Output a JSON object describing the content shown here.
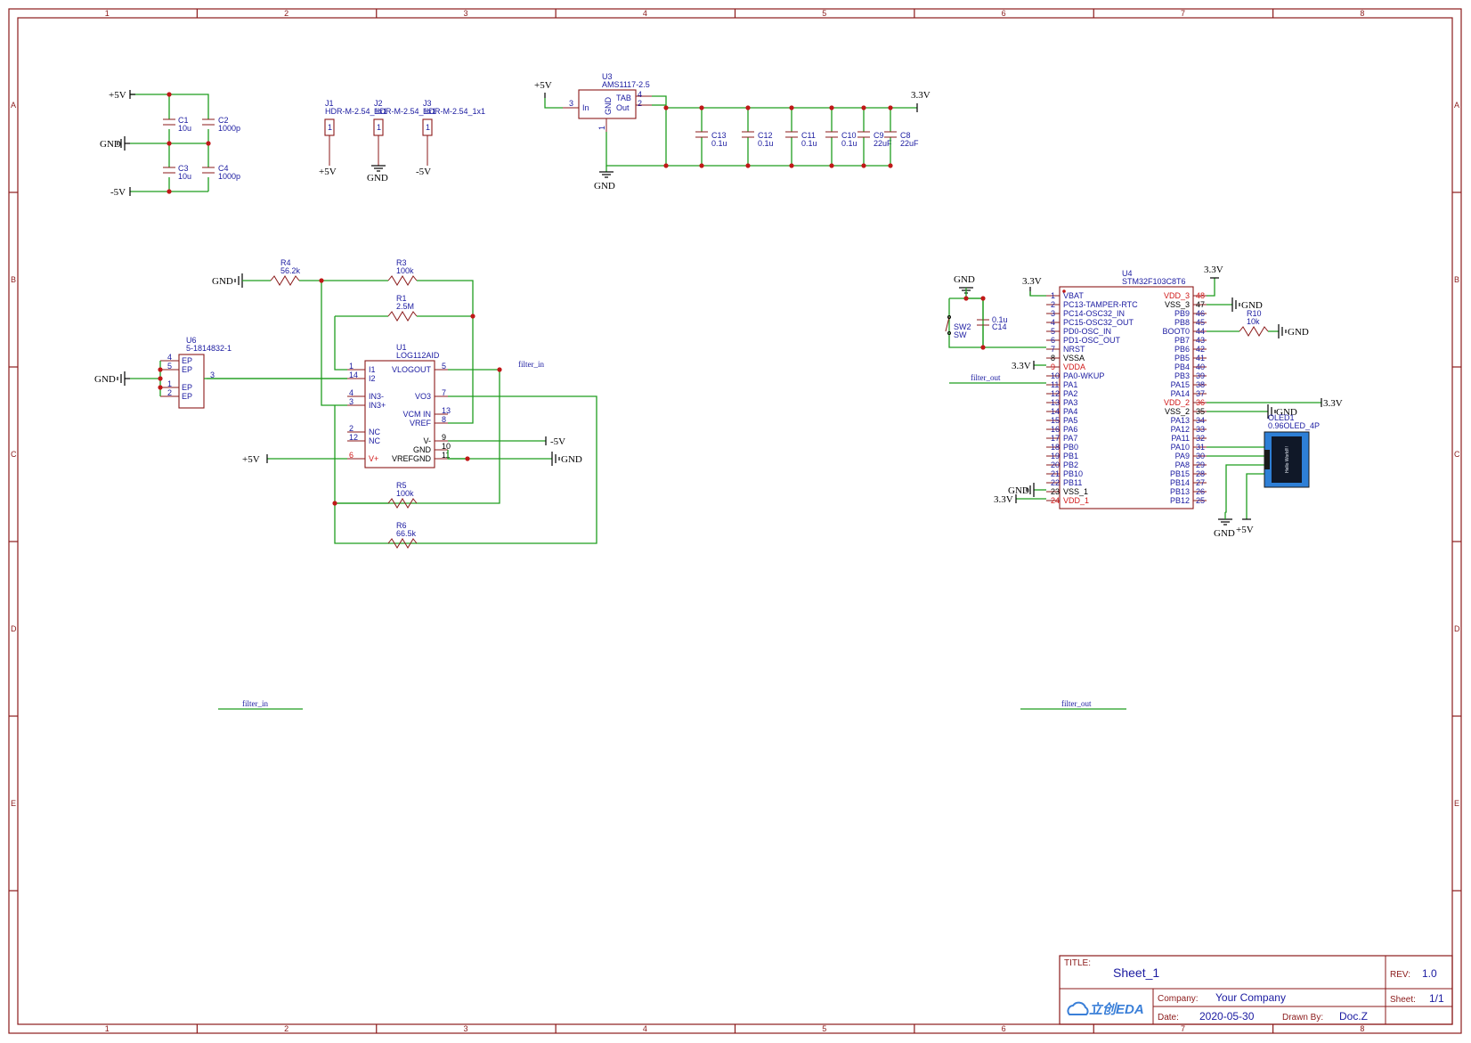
{
  "frame": {
    "columns": [
      "1",
      "2",
      "3",
      "4",
      "5",
      "6",
      "7",
      "8"
    ],
    "rows": [
      "A",
      "B",
      "C",
      "D",
      "E"
    ]
  },
  "title_block": {
    "title_label": "TITLE:",
    "title": "Sheet_1",
    "rev_label": "REV:",
    "rev": "1.0",
    "company_label": "Company:",
    "company": "Your Company",
    "sheet_label": "Sheet:",
    "sheet": "1/1",
    "date_label": "Date:",
    "date": "2020-05-30",
    "drawn_label": "Drawn By:",
    "drawn": "Doc.Z",
    "logo": "立创EDA"
  },
  "nets": {
    "p5v": "+5V",
    "m5v": "-5V",
    "gnd": "GND",
    "v33": "3.3V",
    "filter_in": "filter_in",
    "filter_out": "filter_out"
  },
  "decoupling": {
    "c1": {
      "ref": "C1",
      "val": "10u"
    },
    "c2": {
      "ref": "C2",
      "val": "1000p"
    },
    "c3": {
      "ref": "C3",
      "val": "10u"
    },
    "c4": {
      "ref": "C4",
      "val": "1000p"
    }
  },
  "headers": {
    "j1": {
      "ref": "J1",
      "val": "HDR-M-2.54_1x1",
      "pin": "1"
    },
    "j2": {
      "ref": "J2",
      "val": "HDR-M-2.54_1x1",
      "pin": "1"
    },
    "j3": {
      "ref": "J3",
      "val": "HDR-M-2.54_1x1",
      "pin": "1"
    }
  },
  "regulator": {
    "ref": "U3",
    "val": "AMS1117-2.5",
    "pin_in": "In",
    "pin_gnd": "GND",
    "pin_tab": "TAB",
    "pin_out": "Out",
    "n3": "3",
    "n4": "4",
    "n2": "2",
    "n1": "1",
    "caps": [
      {
        "ref": "C13",
        "val": "0.1u"
      },
      {
        "ref": "C12",
        "val": "0.1u"
      },
      {
        "ref": "C11",
        "val": "0.1u"
      },
      {
        "ref": "C10",
        "val": "0.1u"
      },
      {
        "ref": "C9",
        "val": "22uF"
      },
      {
        "ref": "C8",
        "val": "22uF"
      }
    ]
  },
  "log_amp": {
    "ref": "U1",
    "val": "LOG112AID",
    "r4": {
      "ref": "R4",
      "val": "56.2k"
    },
    "r3": {
      "ref": "R3",
      "val": "100k"
    },
    "r1": {
      "ref": "R1",
      "val": "2.5M"
    },
    "r5": {
      "ref": "R5",
      "val": "100k"
    },
    "r6": {
      "ref": "R6",
      "val": "66.5k"
    },
    "left_pins": [
      {
        "num": "1",
        "name": "I1"
      },
      {
        "num": "14",
        "name": "I2"
      },
      {
        "num": "4",
        "name": "IN3-"
      },
      {
        "num": "3",
        "name": "IN3+"
      },
      {
        "num": "2",
        "name": "NC"
      },
      {
        "num": "12",
        "name": "NC"
      },
      {
        "num": "6",
        "name": "V+"
      }
    ],
    "right_pins": [
      {
        "num": "5",
        "name": "VLOGOUT"
      },
      {
        "num": "7",
        "name": "VO3"
      },
      {
        "num": "13",
        "name": "VCM IN"
      },
      {
        "num": "8",
        "name": "VREF"
      },
      {
        "num": "9",
        "name": "V-"
      },
      {
        "num": "10",
        "name": "GND"
      },
      {
        "num": "11",
        "name": "VREFGND"
      }
    ]
  },
  "sma": {
    "ref": "U6",
    "val": "5-1814832-1",
    "pins": [
      {
        "num": "4",
        "name": "EP"
      },
      {
        "num": "5",
        "name": "EP"
      },
      {
        "num": "1",
        "name": "EP"
      },
      {
        "num": "2",
        "name": "EP"
      }
    ],
    "sig": "3"
  },
  "mcu": {
    "ref": "U4",
    "val": "STM32F103C8T6",
    "left_pins": [
      {
        "num": "1",
        "name": "VBAT"
      },
      {
        "num": "2",
        "name": "PC13-TAMPER-RTC"
      },
      {
        "num": "3",
        "name": "PC14-OSC32_IN"
      },
      {
        "num": "4",
        "name": "PC15-OSC32_OUT"
      },
      {
        "num": "5",
        "name": "PD0-OSC_IN"
      },
      {
        "num": "6",
        "name": "PD1-OSC_OUT"
      },
      {
        "num": "7",
        "name": "NRST"
      },
      {
        "num": "8",
        "name": "VSSA"
      },
      {
        "num": "9",
        "name": "VDDA"
      },
      {
        "num": "10",
        "name": "PA0-WKUP"
      },
      {
        "num": "11",
        "name": "PA1"
      },
      {
        "num": "12",
        "name": "PA2"
      },
      {
        "num": "13",
        "name": "PA3"
      },
      {
        "num": "14",
        "name": "PA4"
      },
      {
        "num": "15",
        "name": "PA5"
      },
      {
        "num": "16",
        "name": "PA6"
      },
      {
        "num": "17",
        "name": "PA7"
      },
      {
        "num": "18",
        "name": "PB0"
      },
      {
        "num": "19",
        "name": "PB1"
      },
      {
        "num": "20",
        "name": "PB2"
      },
      {
        "num": "21",
        "name": "PB10"
      },
      {
        "num": "22",
        "name": "PB11"
      },
      {
        "num": "23",
        "name": "VSS_1"
      },
      {
        "num": "24",
        "name": "VDD_1"
      }
    ],
    "right_pins": [
      {
        "num": "48",
        "name": "VDD_3"
      },
      {
        "num": "47",
        "name": "VSS_3"
      },
      {
        "num": "46",
        "name": "PB9"
      },
      {
        "num": "45",
        "name": "PB8"
      },
      {
        "num": "44",
        "name": "BOOT0"
      },
      {
        "num": "43",
        "name": "PB7"
      },
      {
        "num": "42",
        "name": "PB6"
      },
      {
        "num": "41",
        "name": "PB5"
      },
      {
        "num": "40",
        "name": "PB4"
      },
      {
        "num": "39",
        "name": "PB3"
      },
      {
        "num": "38",
        "name": "PA15"
      },
      {
        "num": "37",
        "name": "PA14"
      },
      {
        "num": "36",
        "name": "VDD_2"
      },
      {
        "num": "35",
        "name": "VSS_2"
      },
      {
        "num": "34",
        "name": "PA13"
      },
      {
        "num": "33",
        "name": "PA12"
      },
      {
        "num": "32",
        "name": "PA11"
      },
      {
        "num": "31",
        "name": "PA10"
      },
      {
        "num": "30",
        "name": "PA9"
      },
      {
        "num": "29",
        "name": "PA8"
      },
      {
        "num": "28",
        "name": "PB15"
      },
      {
        "num": "27",
        "name": "PB14"
      },
      {
        "num": "26",
        "name": "PB13"
      },
      {
        "num": "25",
        "name": "PB12"
      }
    ],
    "sw2": {
      "ref": "SW2",
      "val": "SW"
    },
    "c14": {
      "ref": "C14",
      "val": "0.1u"
    },
    "r10": {
      "ref": "R10",
      "val": "10k"
    },
    "oled": {
      "ref": "OLED1",
      "val": "0.96OLED_4P",
      "screen_text": "Hello World!!!"
    }
  }
}
